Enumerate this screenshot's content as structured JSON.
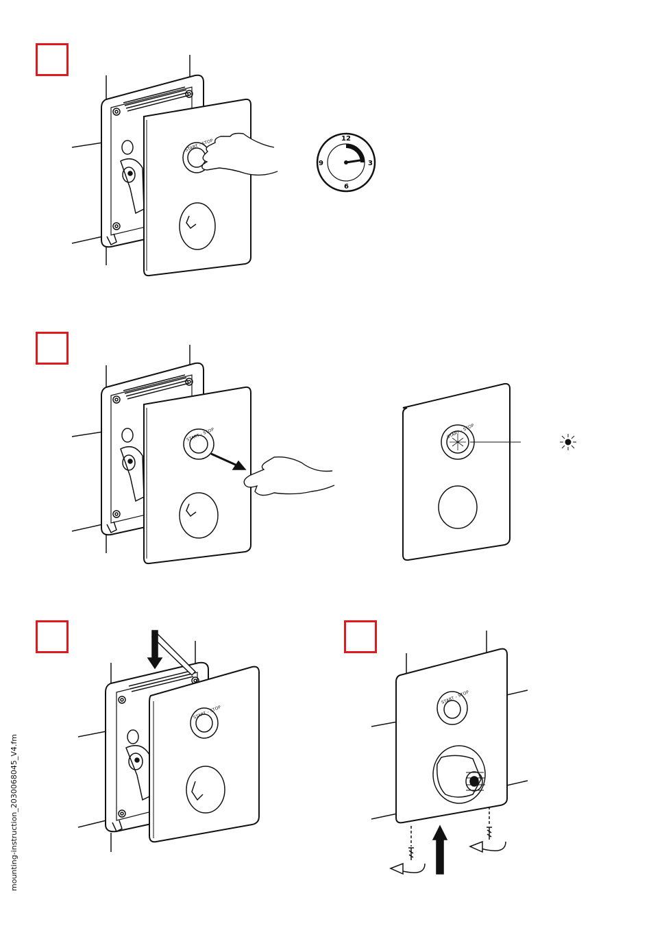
{
  "document": {
    "footer_filename": "mounting-instruction_20300​68045_V4.fm",
    "button_label": "START - STOP",
    "clock": {
      "n12": "12",
      "n3": "3",
      "n6": "6",
      "n9": "9"
    },
    "steps": [
      {
        "id": "step-1",
        "label": ""
      },
      {
        "id": "step-2",
        "label": ""
      },
      {
        "id": "step-3",
        "label": ""
      },
      {
        "id": "step-4",
        "label": ""
      }
    ],
    "colors": {
      "step_box": "#e0191e",
      "line": "#111111"
    },
    "icons": [
      "hand-icon",
      "clock-icon",
      "arrow-icon",
      "light-flash-icon",
      "screw-icon",
      "rotate-arrow-icon",
      "up-arrow-icon",
      "down-arrow-icon"
    ]
  }
}
